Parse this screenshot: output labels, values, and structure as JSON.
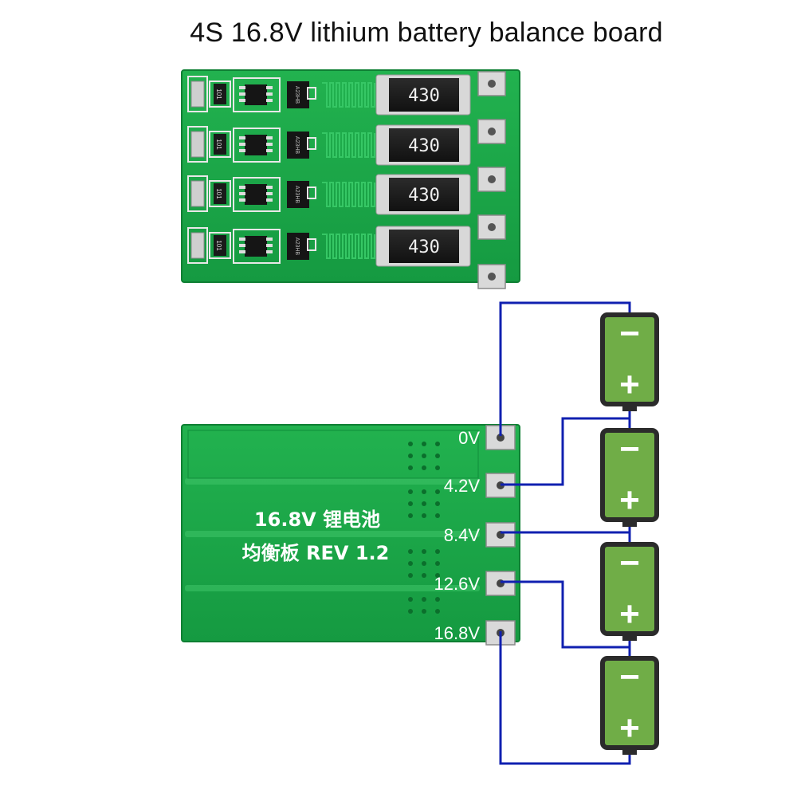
{
  "title": "4S 16.8V lithium battery balance board",
  "top_board": {
    "resistor_marking": "430",
    "small_resistor_marking": "101",
    "ic_marking": "A23HB"
  },
  "bottom_board": {
    "silkscreen_line1": "16.8V 锂电池",
    "silkscreen_line2": "均衡板 REV 1.2",
    "pads": [
      "0V",
      "4.2V",
      "8.4V",
      "12.6V",
      "16.8V"
    ]
  },
  "batteries": [
    {
      "minus": "−",
      "plus": "+"
    },
    {
      "minus": "−",
      "plus": "+"
    },
    {
      "minus": "−",
      "plus": "+"
    },
    {
      "minus": "−",
      "plus": "+"
    }
  ],
  "colors": {
    "pcb_green": "#1aa047",
    "pcb_dark": "#0d7a32",
    "wire_blue": "#1020b0",
    "battery_green": "#70ad47",
    "battery_outline": "#2b2b2b"
  }
}
